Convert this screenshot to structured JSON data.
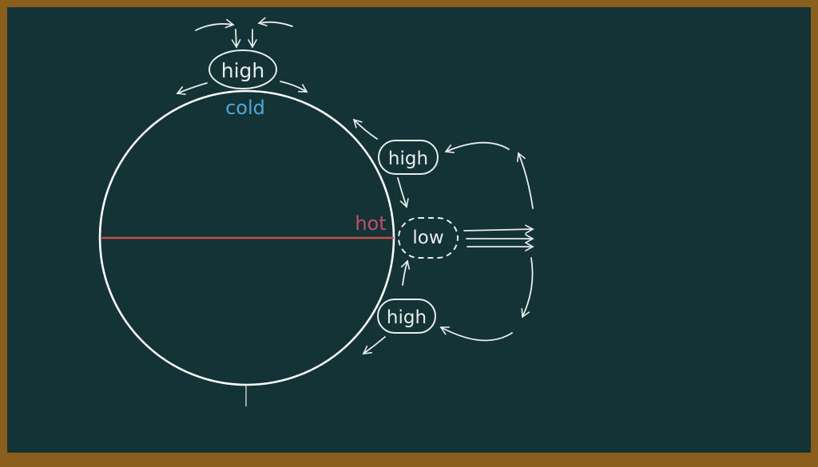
{
  "colors": {
    "board": "#133337",
    "frame": "#8a5e1c",
    "chalk": "#e9ecec",
    "cold": "#4fa9d6",
    "hot": "#c0506a",
    "equator": "#c0504a"
  },
  "labels": {
    "pole_high": "high",
    "cold": "cold",
    "hot": "hot",
    "upper_high": "high",
    "low": "low",
    "lower_high": "high"
  }
}
